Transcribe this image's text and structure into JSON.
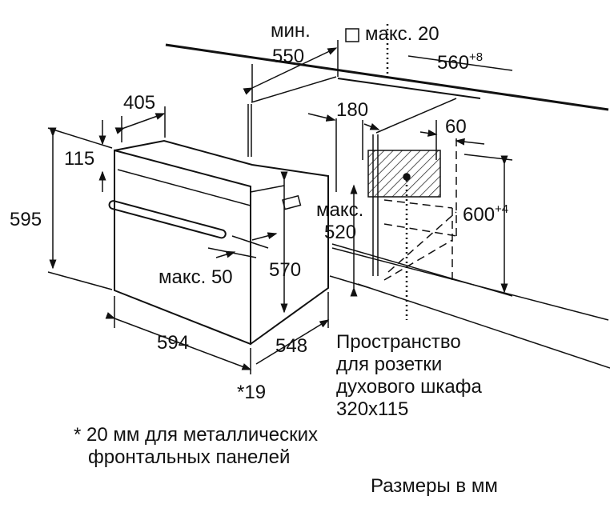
{
  "dimensions": {
    "min_label": "мин.",
    "min_value": "550",
    "max20": "макс. 20",
    "d560": "560",
    "d560_tol": "+8",
    "d405": "405",
    "d115": "115",
    "d595": "595",
    "d180": "180",
    "d60": "60",
    "max_label": "макс.",
    "d520": "520",
    "d600": "600",
    "d600_tol": "+4",
    "max50": "макс. 50",
    "d570": "570",
    "d594": "594",
    "d548": "548",
    "d19": "*19"
  },
  "socket_note": [
    "Пространство",
    "для розетки",
    "духового шкафа",
    "320x115"
  ],
  "footnote": [
    "* 20 мм для металлических",
    "фронтальных панелей"
  ],
  "units_note": "Размеры в мм"
}
